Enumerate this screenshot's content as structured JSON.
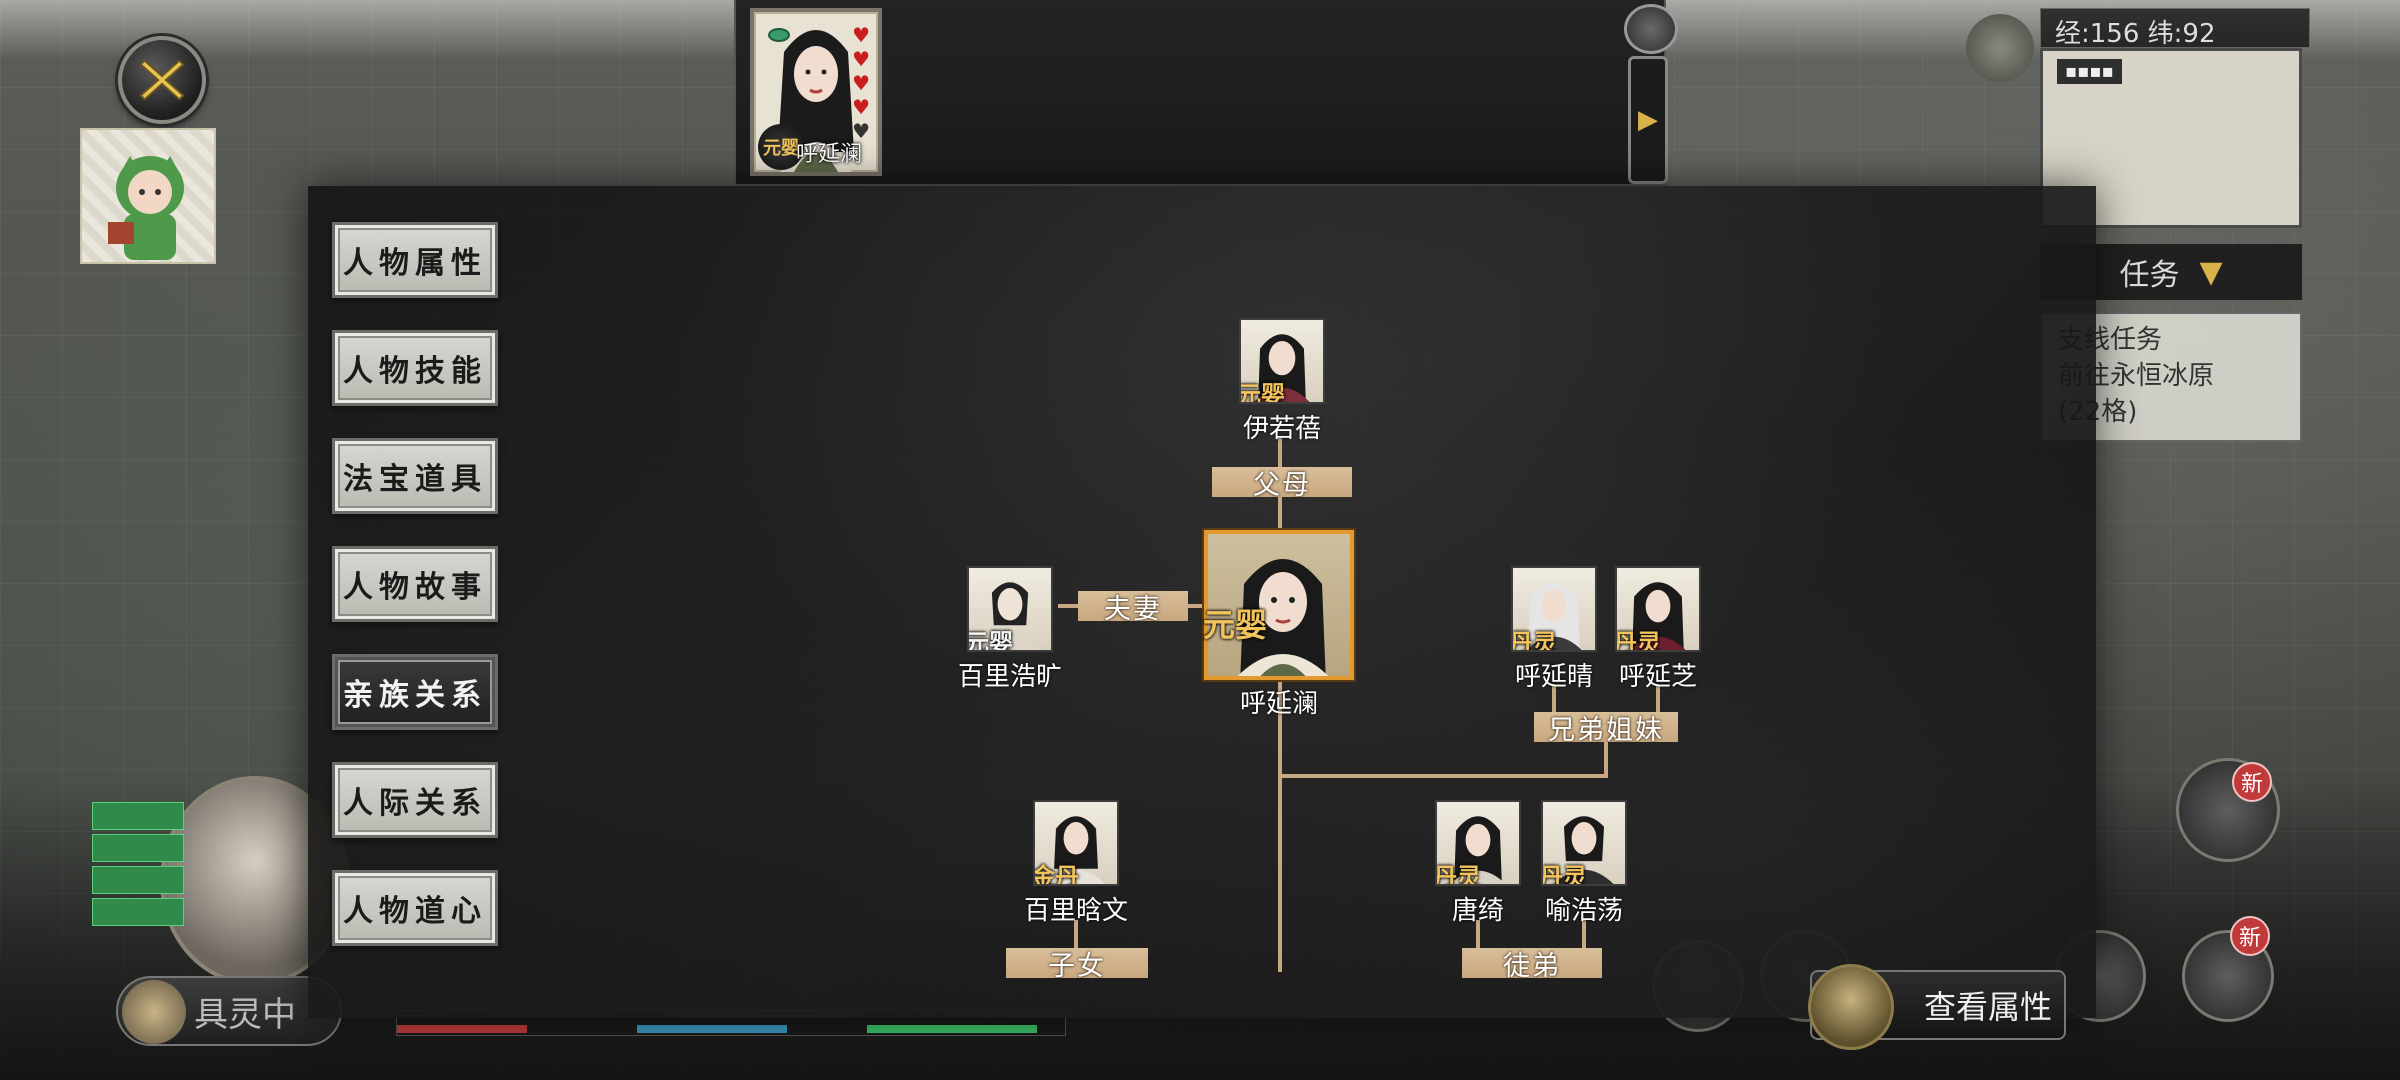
{
  "top_card": {
    "name": "呼延澜",
    "rank": "元婴",
    "hearts": 5
  },
  "hud": {
    "time_text": "经:156 纬:92",
    "task_tab": "任务",
    "task_lines": [
      "支线任务",
      "前往永恒冰原",
      "(22格)"
    ],
    "spirit_label": "具灵中",
    "new_badge": "新"
  },
  "menu": [
    {
      "label": "人物属性",
      "active": false
    },
    {
      "label": "人物技能",
      "active": false
    },
    {
      "label": "法宝道具",
      "active": false
    },
    {
      "label": "人物故事",
      "active": false
    },
    {
      "label": "亲族关系",
      "active": true
    },
    {
      "label": "人际关系",
      "active": false
    },
    {
      "label": "人物道心",
      "active": false
    }
  ],
  "family": {
    "center": {
      "name": "呼延澜",
      "rank": "元婴"
    },
    "parent": {
      "name": "伊若蓓",
      "rank": "元婴"
    },
    "spouse": {
      "name": "百里浩旷",
      "rank": "元婴"
    },
    "siblings": [
      {
        "name": "呼延晴",
        "rank": "丹灵"
      },
      {
        "name": "呼延芝",
        "rank": "丹灵"
      }
    ],
    "children": [
      {
        "name": "百里晗文",
        "rank": "金丹"
      }
    ],
    "disciples": [
      {
        "name": "唐绮",
        "rank": "丹灵"
      },
      {
        "name": "喻浩荡",
        "rank": "丹灵"
      }
    ],
    "labels": {
      "parent": "父母",
      "spouse": "夫妻",
      "siblings": "兄弟姐妹",
      "children": "子女",
      "disciples": "徒弟"
    }
  },
  "view_button": "查看属性",
  "colors": {
    "accent_gold": "#f3c45d",
    "line": "#c8a883",
    "active_frame": "#e29a2e"
  }
}
